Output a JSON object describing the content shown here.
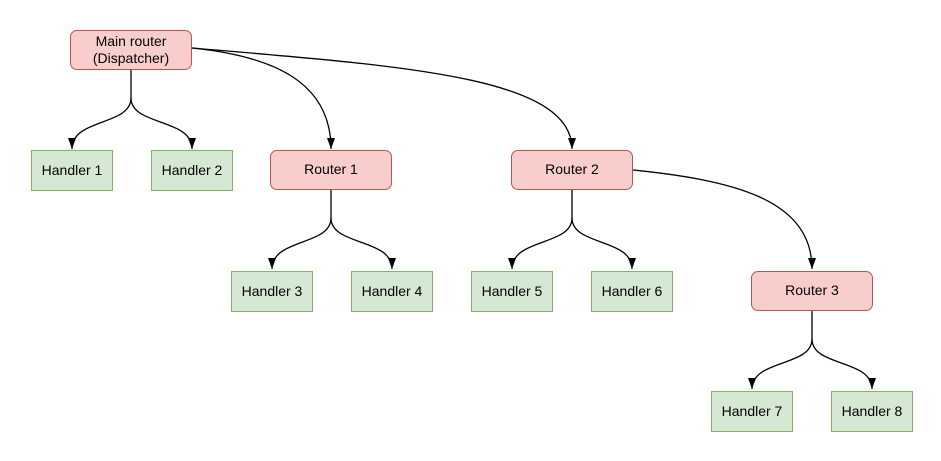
{
  "diagram": {
    "background": "#ffffff",
    "colors": {
      "router_fill": "#f8cecc",
      "router_border": "#b85450",
      "handler_fill": "#d5e8d4",
      "handler_border": "#82b366",
      "edge": "#000000",
      "text": "#000000"
    },
    "nodes": {
      "main_router": {
        "label": "Main router\n(Dispatcher)",
        "type": "router"
      },
      "handler1": {
        "label": "Handler 1",
        "type": "handler"
      },
      "handler2": {
        "label": "Handler 2",
        "type": "handler"
      },
      "router1": {
        "label": "Router 1",
        "type": "router"
      },
      "router2": {
        "label": "Router 2",
        "type": "router"
      },
      "handler3": {
        "label": "Handler 3",
        "type": "handler"
      },
      "handler4": {
        "label": "Handler 4",
        "type": "handler"
      },
      "handler5": {
        "label": "Handler 5",
        "type": "handler"
      },
      "handler6": {
        "label": "Handler 6",
        "type": "handler"
      },
      "router3": {
        "label": "Router 3",
        "type": "router"
      },
      "handler7": {
        "label": "Handler 7",
        "type": "handler"
      },
      "handler8": {
        "label": "Handler 8",
        "type": "handler"
      }
    },
    "edges": [
      {
        "from": "Main router (Dispatcher)",
        "to": "Handler 1"
      },
      {
        "from": "Main router (Dispatcher)",
        "to": "Handler 2"
      },
      {
        "from": "Main router (Dispatcher)",
        "to": "Router 1"
      },
      {
        "from": "Main router (Dispatcher)",
        "to": "Router 2"
      },
      {
        "from": "Router 1",
        "to": "Handler 3"
      },
      {
        "from": "Router 1",
        "to": "Handler 4"
      },
      {
        "from": "Router 2",
        "to": "Handler 5"
      },
      {
        "from": "Router 2",
        "to": "Handler 6"
      },
      {
        "from": "Router 2",
        "to": "Router 3"
      },
      {
        "from": "Router 3",
        "to": "Handler 7"
      },
      {
        "from": "Router 3",
        "to": "Handler 8"
      }
    ]
  }
}
